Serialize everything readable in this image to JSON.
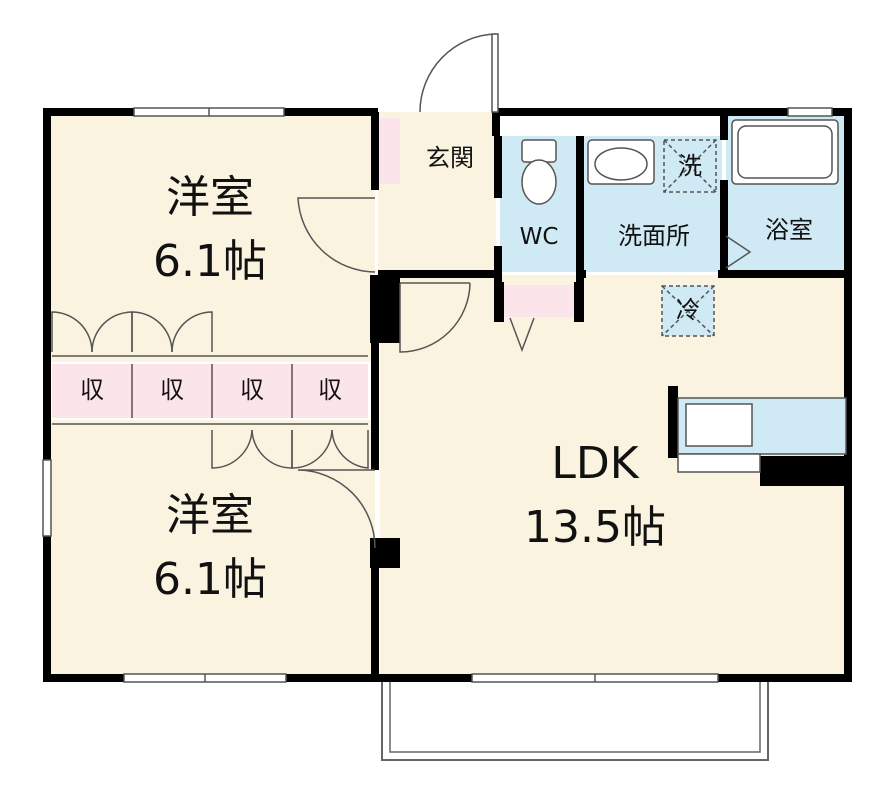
{
  "rooms": {
    "west_upper": {
      "name": "洋室",
      "size": "6.1帖"
    },
    "west_lower": {
      "name": "洋室",
      "size": "6.1帖"
    },
    "ldk": {
      "name": "LDK",
      "size": "13.5帖"
    },
    "entrance": "玄関",
    "toilet": "WC",
    "washroom": "洗面所",
    "bath": "浴室"
  },
  "storage": [
    "収",
    "収",
    "収",
    "収"
  ],
  "appliances": {
    "washer": "洗",
    "fridge": "冷"
  },
  "colors": {
    "floor": "#faf3e0",
    "wet_area": "#cfeaf5",
    "storage": "#fbe4ea",
    "wall": "#000000",
    "fixture_line": "#555555"
  }
}
